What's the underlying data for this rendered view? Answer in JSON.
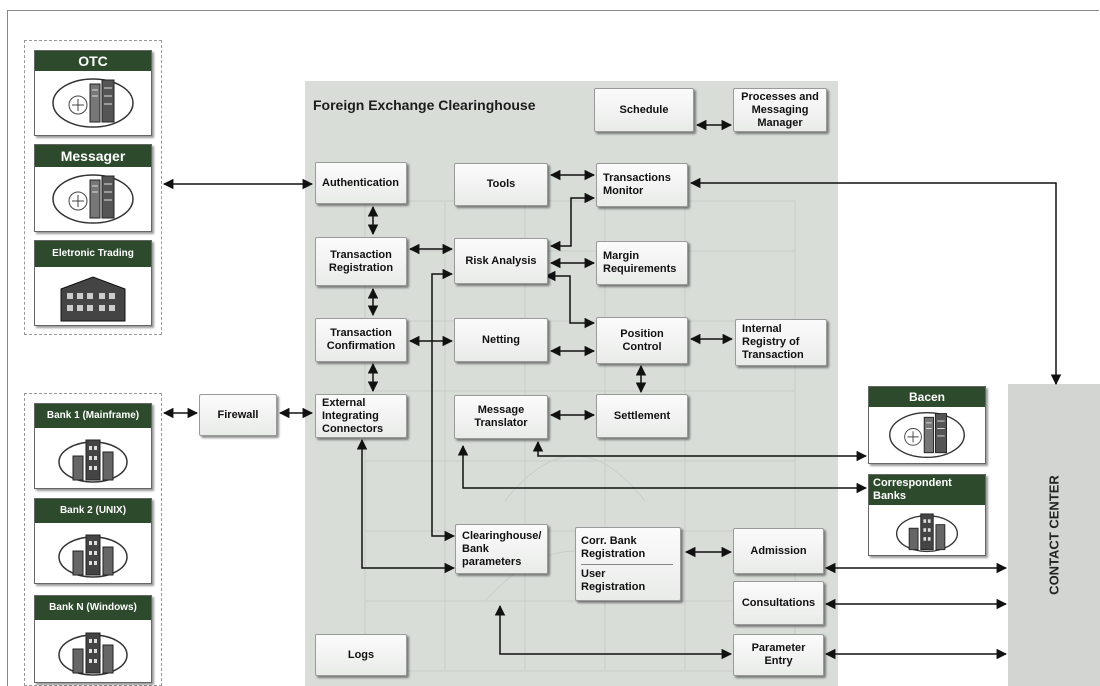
{
  "diagram": {
    "title": "Foreign Exchange Clearinghouse",
    "left_cards": {
      "otc": "OTC",
      "messager": "Messager",
      "electronic_trading": "Eletronic Trading",
      "bank1": "Bank 1 (Mainframe)",
      "bank2": "Bank 2 (UNIX)",
      "bankn": "Bank N (Windows)"
    },
    "firewall": "Firewall",
    "nodes": {
      "schedule": "Schedule",
      "processes_line1": "Processes and",
      "processes_line2": "Messaging",
      "processes_line3": "Manager",
      "authentication": "Authentication",
      "tools": "Tools",
      "transactions_monitor_line1": "Transactions",
      "transactions_monitor_line2": "Monitor",
      "transaction_registration_line1": "Transaction",
      "transaction_registration_line2": "Registration",
      "risk_analysis": "Risk Analysis",
      "margin_line1": "Margin",
      "margin_line2": "Requirements",
      "transaction_confirmation_line1": "Transaction",
      "transaction_confirmation_line2": "Confirmation",
      "netting": "Netting",
      "position_control_line1": "Position",
      "position_control_line2": "Control",
      "internal_registry_line1": "Internal",
      "internal_registry_line2": "Registry of",
      "internal_registry_line3": "Transaction",
      "external_line1": "External",
      "external_line2": "Integrating",
      "external_line3": "Connectors",
      "message_translator_line1": "Message",
      "message_translator_line2": "Translator",
      "settlement": "Settlement",
      "clearinghouse_line1": "Clearinghouse/",
      "clearinghouse_line2": "Bank",
      "clearinghouse_line3": "parameters",
      "corr_bank_line1": "Corr. Bank",
      "corr_bank_line2": "Registration",
      "user_reg_line1": "User",
      "user_reg_line2": "Registration",
      "admission": "Admission",
      "consultations": "Consultations",
      "parameter_entry": "Parameter Entry",
      "logs": "Logs"
    },
    "right_cards": {
      "bacen": "Bacen",
      "correspondent_line1": "Correspondent",
      "correspondent_line2": "Banks"
    },
    "contact_center": "CONTACT CENTER",
    "colors": {
      "card_header": "#2d4a2d",
      "main_area": "#d8ddd8",
      "contact_center": "#d3d5d3"
    }
  }
}
